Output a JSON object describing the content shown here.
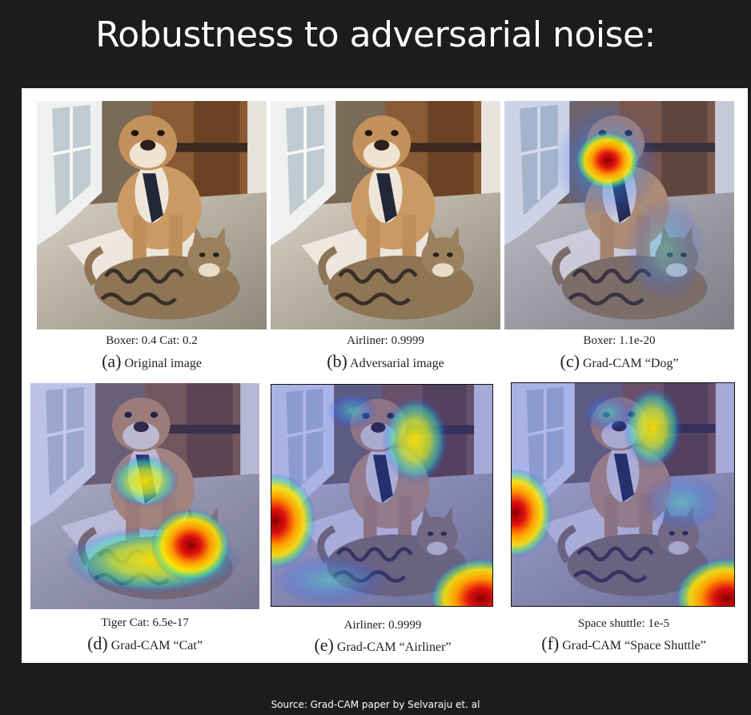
{
  "slide": {
    "title": "Robustness to adversarial noise:",
    "source": "Source: Grad-CAM paper by Selvaraju et. al"
  },
  "panels": [
    {
      "score": "Boxer: 0.4 Cat: 0.2",
      "letter": "(a)",
      "caption": "Original image",
      "overlay": "none"
    },
    {
      "score": "Airliner: 0.9999",
      "letter": "(b)",
      "caption": "Adversarial image",
      "overlay": "none"
    },
    {
      "score": "Boxer: 1.1e-20",
      "letter": "(c)",
      "caption": "Grad-CAM “Dog”",
      "overlay": "dog-face-heatmap"
    },
    {
      "score": "Tiger Cat: 6.5e-17",
      "letter": "(d)",
      "caption": "Grad-CAM “Cat”",
      "overlay": "cat-body-heatmap"
    },
    {
      "score": "Airliner: 0.9999",
      "letter": "(e)",
      "caption": "Grad-CAM “Airliner”",
      "overlay": "edges-heatmap"
    },
    {
      "score": "Space shuttle: 1e-5",
      "letter": "(f)",
      "caption": "Grad-CAM “Space Shuttle”",
      "overlay": "edges-heatmap"
    }
  ],
  "colors": {
    "background": "#1c1c1c",
    "panel": "#ffffff",
    "heat_hot": "#e00000",
    "heat_warm": "#ffe000",
    "heat_cool": "#2040ff"
  }
}
